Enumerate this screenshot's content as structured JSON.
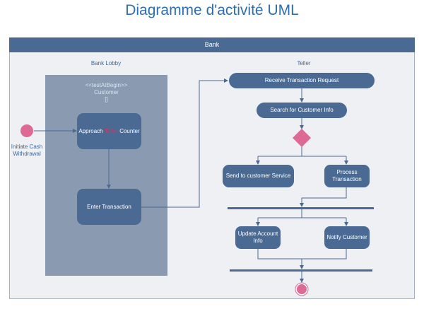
{
  "title": "Diagramme d'activité UML",
  "frame": {
    "title": "Bank"
  },
  "lanes": {
    "lobby": "Bank Lobby",
    "teller": "Teller"
  },
  "partition": {
    "stereotype": "<<testAtBegin>>",
    "name": "Customer",
    "extra": "[]"
  },
  "initial": {
    "label_line1": "Initiate Cash",
    "label_line2": "Withdrawal"
  },
  "actions": {
    "approach_pre": "Approach",
    "approach_mid": "Teller",
    "approach_post": "Counter",
    "enter_transaction": "Enter Transaction",
    "receive": "Receive Transaction Request",
    "search": "Search for Customer Info",
    "send_service": "Send to customer Service",
    "process_line1": "Process",
    "process_line2": "Transaction",
    "update_line1": "Update Account",
    "update_line2": "Info",
    "notify": "Notify Customer"
  },
  "colors": {
    "action_fill": "#4a6a93",
    "node_pink": "#dd6a93",
    "wire": "#4a6a93",
    "title_blue": "#2f6eb0"
  }
}
